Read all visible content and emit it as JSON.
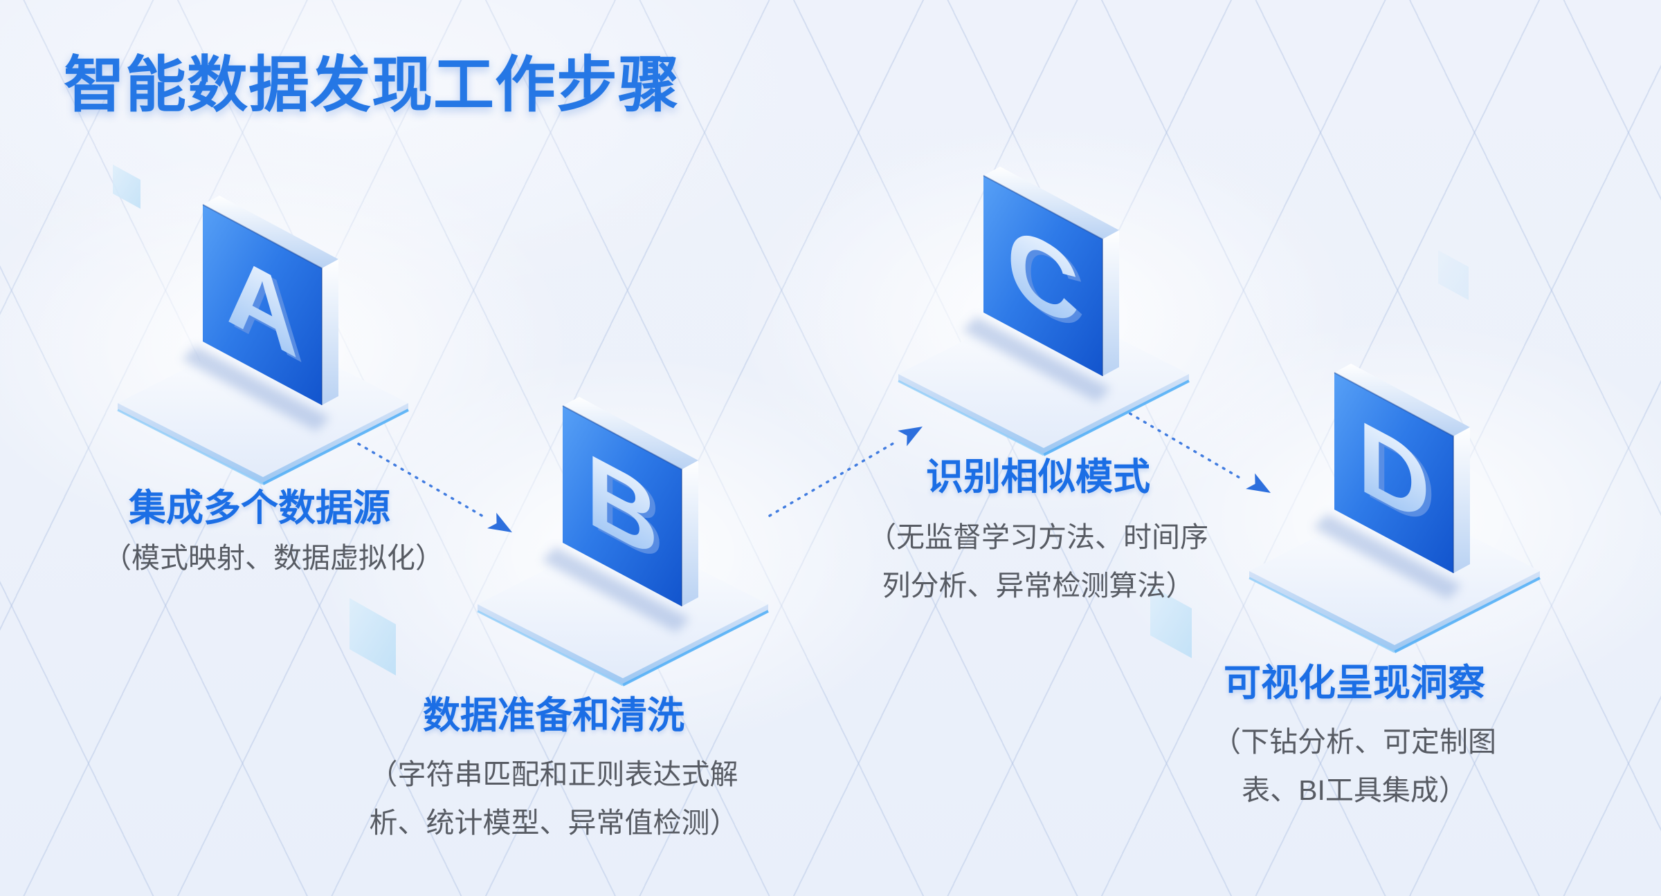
{
  "page": {
    "title": "智能数据发现工作步骤"
  },
  "steps": [
    {
      "id": "A",
      "letter": "A",
      "title": "集成多个数据源",
      "subtitle_lines": [
        "（模式映射、数据虚拟化）"
      ]
    },
    {
      "id": "B",
      "letter": "B",
      "title": "数据准备和清洗",
      "subtitle_lines": [
        "（字符串匹配和正则表达式解",
        "析、统计模型、异常值检测）"
      ]
    },
    {
      "id": "C",
      "letter": "C",
      "title": "识别相似模式",
      "subtitle_lines": [
        "（无监督学习方法、时间序",
        "列分析、异常检测算法）"
      ]
    },
    {
      "id": "D",
      "letter": "D",
      "title": "可视化呈现洞察",
      "subtitle_lines": [
        "（下钻分析、可定制图",
        "表、BI工具集成）"
      ]
    }
  ],
  "colors": {
    "accent": "#2577e5",
    "step_title": "#1b6ee5",
    "subtitle": "#575b63",
    "panel_top": "#549bf4",
    "panel_bottom": "#1254cd",
    "arrow": "#2d6fdd",
    "platform_edge_glow": "#55b0f6",
    "background": "#edf1fa"
  }
}
